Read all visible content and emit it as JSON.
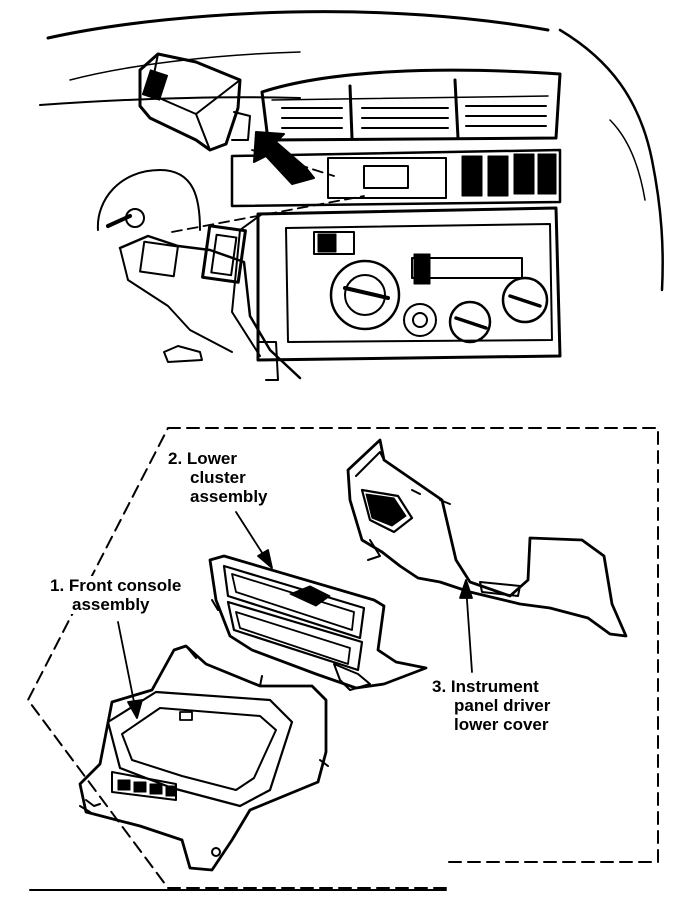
{
  "callouts": [
    {
      "number": "1.",
      "lines": [
        "Front console",
        "assembly"
      ]
    },
    {
      "number": "2.",
      "lines": [
        "Lower",
        "cluster",
        "assembly"
      ]
    },
    {
      "number": "3.",
      "lines": [
        "Instrument",
        "panel driver",
        "lower cover"
      ]
    }
  ],
  "colors": {
    "ink": "#000000",
    "paper": "#ffffff"
  }
}
